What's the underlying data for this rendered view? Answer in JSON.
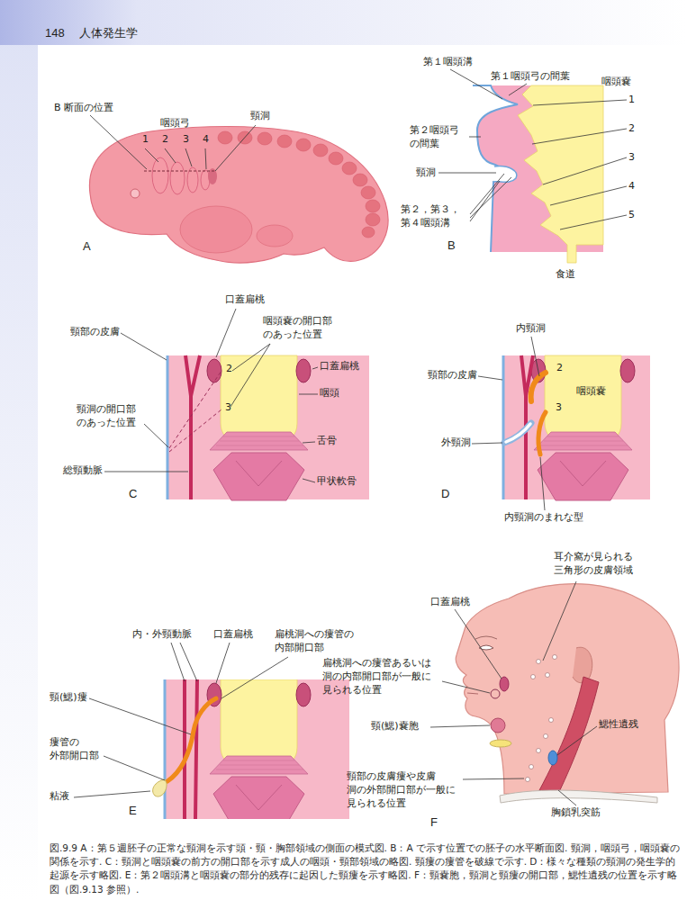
{
  "diagram": {
    "caption": "図.9.9 A：第５週胚子の正常な頸洞を示す頭・頸・胸部領域の側面の模式図. B：A で示す位置での胚子の水平断面図. 頸洞，咽頭弓，咽頭嚢の関係を示す. C：頸洞と咽頭嚢の前方の開口部を示す成人の咽頭・頸部領域の略図. 頸瘻の瘻管を破線で示す. D：様々な種類の頸洞の発生学的起源を示す略図. E：第２咽頭溝と咽頭嚢の部分的残存に起因した頸瘻を示す略図. F：頸嚢胞，頸洞と頸瘻の開口部，鰓性遺残の位置を示す略図（図.9.13 参照）.",
    "labels": [
      "148",
      "人体発生学",
      "B 断面の位置",
      "咽頭弓",
      "1",
      "2",
      "3",
      "4",
      "頸洞",
      "A",
      "第１咽頭溝",
      "第１咽頭弓の間葉",
      "咽頭嚢",
      "1",
      "2",
      "3",
      "4",
      "5",
      "第２咽頭弓 の間葉",
      "頸洞",
      "第２，第３， 第４咽頭溝",
      "食道",
      "B",
      "口蓋扁桃",
      "咽頭嚢の開口部 のあった位置",
      "頸部の皮膚",
      "口蓋扁桃",
      "咽頭",
      "2",
      "3",
      "頸洞の開口部 のあった位置",
      "舌骨",
      "総頸動脈",
      "甲状軟骨",
      "C",
      "内頸洞",
      "頸部の皮膚",
      "2",
      "咽頭嚢",
      "3",
      "外頸洞",
      "内頸洞のまれな型",
      "D",
      "内・外頸動脈",
      "口蓋扁桃",
      "扁桃洞への瘻管の 内部開口部",
      "頸(鰓)瘻",
      "瘻管の 外部開口部",
      "粘液",
      "E",
      "耳介窩が見られる 三角形の皮膚領域",
      "口蓋扁桃",
      "扁桃洞への瘻管あるいは 洞の内部開口部が一般に 見られる位置",
      "頸(鰓)嚢胞",
      "鰓性遺残",
      "頸部の皮膚瘻や皮膚 洞の外部開口部が一般に 見られる位置",
      "胸鎖乳突筋",
      "F"
    ]
  }
}
